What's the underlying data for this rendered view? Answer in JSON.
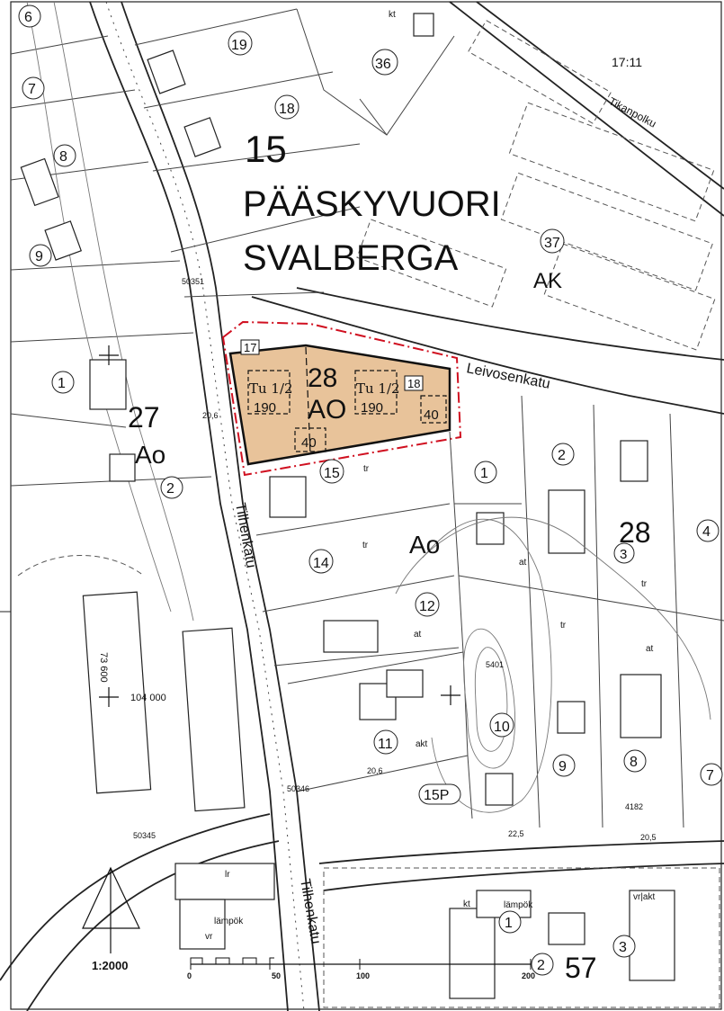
{
  "header": {
    "time_label": "17:11"
  },
  "district": {
    "number": "15",
    "name_fi": "PÄÄSKYVUORI",
    "name_sv": "SVALBERGA",
    "zone_ak": "AK"
  },
  "highlighted_plot": {
    "block_number": "28",
    "zone": "AO",
    "corner_plot_left": "17",
    "corner_plot_right": "18",
    "label_left": "Tu 1/2",
    "label_right": "Tu 1/2",
    "area_left": "190",
    "area_right": "190",
    "small_area_right": "40",
    "small_area_bottom": "40",
    "fill_color": "#e8c39a",
    "boundary_color": "#d01020"
  },
  "streets": {
    "leivosenkatu": "Leivosenkatu",
    "tilhenkatu_upper": "Tilhenkatu",
    "tilhenkatu_lower": "Tilhenkatu",
    "tikanpolku": "Tikanpolku"
  },
  "blocks": {
    "block_27": "27",
    "zone_27": "Ao",
    "block_28_right": "28",
    "zone_center": "Ao",
    "block_57": "57",
    "block_15p": "15P"
  },
  "plot_circles": [
    "6",
    "7",
    "8",
    "9",
    "19",
    "36",
    "18",
    "37",
    "1",
    "2",
    "15",
    "14",
    "12",
    "11",
    "10",
    "9",
    "8",
    "7",
    "4",
    "3",
    "2",
    "1",
    "1",
    "2",
    "3"
  ],
  "survey": {
    "coord_x": "104 000",
    "coord_y": "73 600",
    "point_50351": "50351",
    "point_50346": "50346",
    "point_50345": "50345",
    "point_5401": "5401",
    "elev_20_6a": "20,6",
    "elev_20_6b": "20,6",
    "elev_22_5": "22,5",
    "elev_20_5": "20,5",
    "elev_4182": "4182"
  },
  "building_labels": {
    "tr1": "tr",
    "tr2": "tr",
    "tr3": "tr",
    "tr4": "tr",
    "at1": "at",
    "at2": "at",
    "at3": "at",
    "akt": "akt",
    "kt": "kt",
    "kt2": "kt",
    "lr": "lr",
    "lampok1": "lämpök",
    "lampok2": "lämpök",
    "vr": "vr",
    "vrakt": "vr|akt"
  },
  "scale": {
    "ratio": "1:2000",
    "tick_0": "0",
    "tick_50": "50",
    "tick_100": "100",
    "tick_200": "200"
  }
}
